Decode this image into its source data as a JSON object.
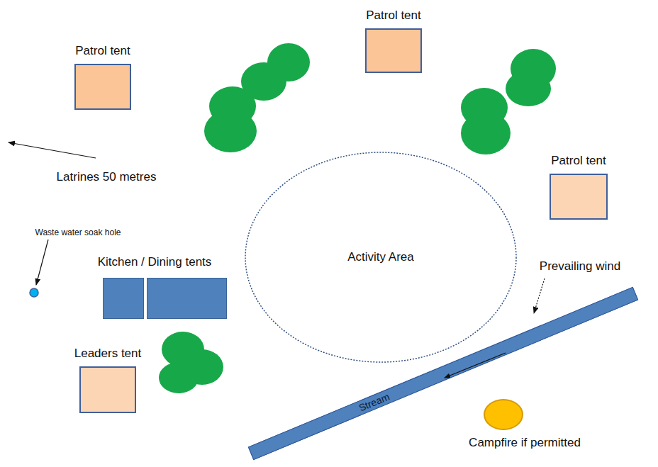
{
  "diagram": {
    "nodes": [
      {
        "text": [
          "Patrol tent"
        ]
      },
      {
        "text": [
          "Patrol tent"
        ]
      },
      {
        "text": [
          "Patrol tent"
        ]
      },
      {
        "text": [
          "Activity Area"
        ]
      },
      {
        "text": [
          "Kitchen / Dining tents"
        ]
      },
      {
        "text": [
          "Leaders tent"
        ]
      },
      {
        "text": [
          "Stream"
        ]
      },
      {
        "text": [
          "Campfire if permitted"
        ]
      }
    ],
    "labels": [
      "Latrines 50 metres",
      "Waste water soak hole",
      "Prevailing wind"
    ]
  }
}
